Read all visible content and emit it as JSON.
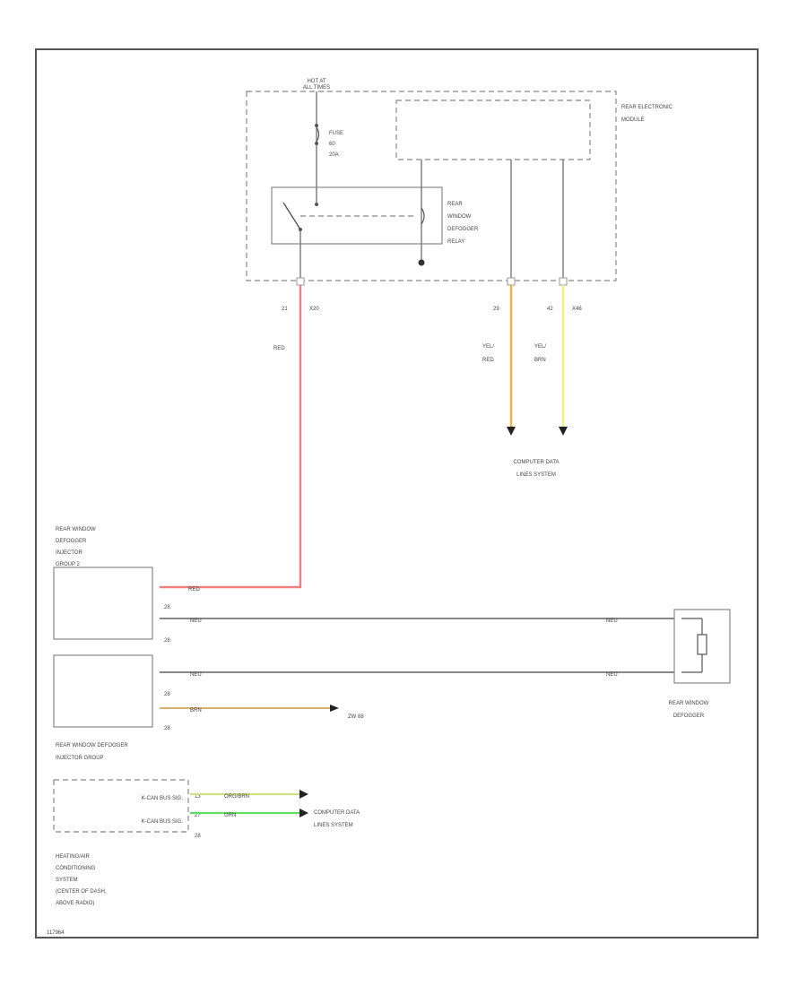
{
  "colors": {
    "red_wire": "#f08080",
    "yel_red_wire": "#f5b040",
    "yel_brn_wire": "#f4f080",
    "brn_wire": "#d9b070",
    "org_brn_wire": "#d0e080",
    "grn_wire": "#60e060",
    "gray_wire": "#777777"
  },
  "power": {
    "hot_line1": "HOT AT",
    "hot_line2": "ALL TIMES"
  },
  "fuse": {
    "line1": "FUSE",
    "line2": "60",
    "line3": "20A"
  },
  "module": {
    "line1": "REAR ELECTRONIC",
    "line2": "MODULE"
  },
  "relay": {
    "line1": "REAR",
    "line2": "WINDOW",
    "line3": "DEFOGGER",
    "line4": "RELAY"
  },
  "connectors": {
    "c_left_pin": "21",
    "c_left_id": "X20",
    "c_mid_pin": "29",
    "c_right_pin": "42",
    "c_right_id": "X46",
    "inj_a_p1": "28",
    "inj_a_p2": "28",
    "inj_b_p1": "28",
    "inj_b_p2": "28",
    "hvac_pin1": "13",
    "hvac_pin2": "27",
    "hvac_id": "28"
  },
  "wires": {
    "red_main": "RED",
    "yel_red_line1": "YEL/",
    "yel_red_line2": "RED",
    "yel_brn_line1": "YEL/",
    "yel_brn_line2": "BRN",
    "red_short": "RED",
    "neu_top": "NEU",
    "neu_top_right": "NEU",
    "neu_bottom": "NEU",
    "neu_bottom_right": "NEU",
    "brn": "BRN",
    "org_brn": "ORG/BRN",
    "grn": "GRN"
  },
  "data_lines_top": {
    "line1": "COMPUTER DATA",
    "line2": "LINES SYSTEM"
  },
  "data_lines_bottom": {
    "line1": "COMPUTER DATA",
    "line2": "LINES SYSTEM"
  },
  "ground": {
    "label": "ZW 88"
  },
  "injector_a": {
    "line1": "REAR WINDOW",
    "line2": "DEFOGGER",
    "line3": "INJECTOR",
    "line4": "GROUP 2"
  },
  "injector_b": {
    "line1": "REAR WINDOW DEFOGGER",
    "line2": "INJECTOR GROUP"
  },
  "defogger": {
    "line1": "REAR WINDOW",
    "line2": "DEFOGGER"
  },
  "hvac": {
    "sig1": "K-CAN BUS SIG.",
    "sig2": "K-CAN BUS SIG.",
    "line1": "HEATING/AIR",
    "line2": "CONDITIONING",
    "line3": "SYSTEM",
    "line4": "(CENTER OF DASH,",
    "line5": "ABOVE RADIO)"
  },
  "diagram_id": "117964"
}
